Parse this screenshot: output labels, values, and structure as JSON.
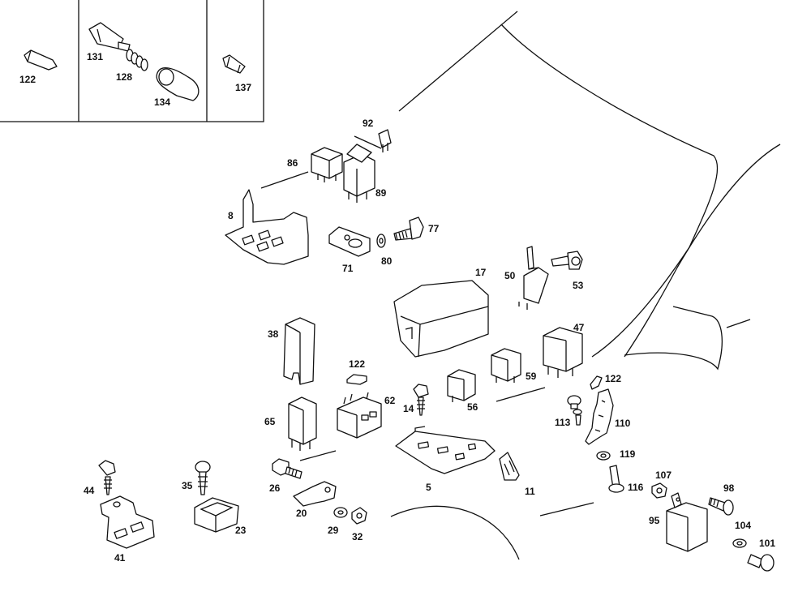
{
  "diagram": {
    "labels": {
      "p122a": "122",
      "p131": "131",
      "p128": "128",
      "p134": "134",
      "p137": "137",
      "p92": "92",
      "p86": "86",
      "p89": "89",
      "p8": "8",
      "p77": "77",
      "p71": "71",
      "p80": "80",
      "p17": "17",
      "p50": "50",
      "p53": "53",
      "p47": "47",
      "p38": "38",
      "p122b": "122",
      "p59": "59",
      "p62": "62",
      "p14": "14",
      "p56": "56",
      "p122c": "122",
      "p113": "113",
      "p110": "110",
      "p65": "65",
      "p119": "119",
      "p44": "44",
      "p35": "35",
      "p26": "26",
      "p5": "5",
      "p11": "11",
      "p107": "107",
      "p116": "116",
      "p98": "98",
      "p20": "20",
      "p95": "95",
      "p29": "29",
      "p32": "32",
      "p23": "23",
      "p104": "104",
      "p101": "101",
      "p41": "41"
    }
  }
}
